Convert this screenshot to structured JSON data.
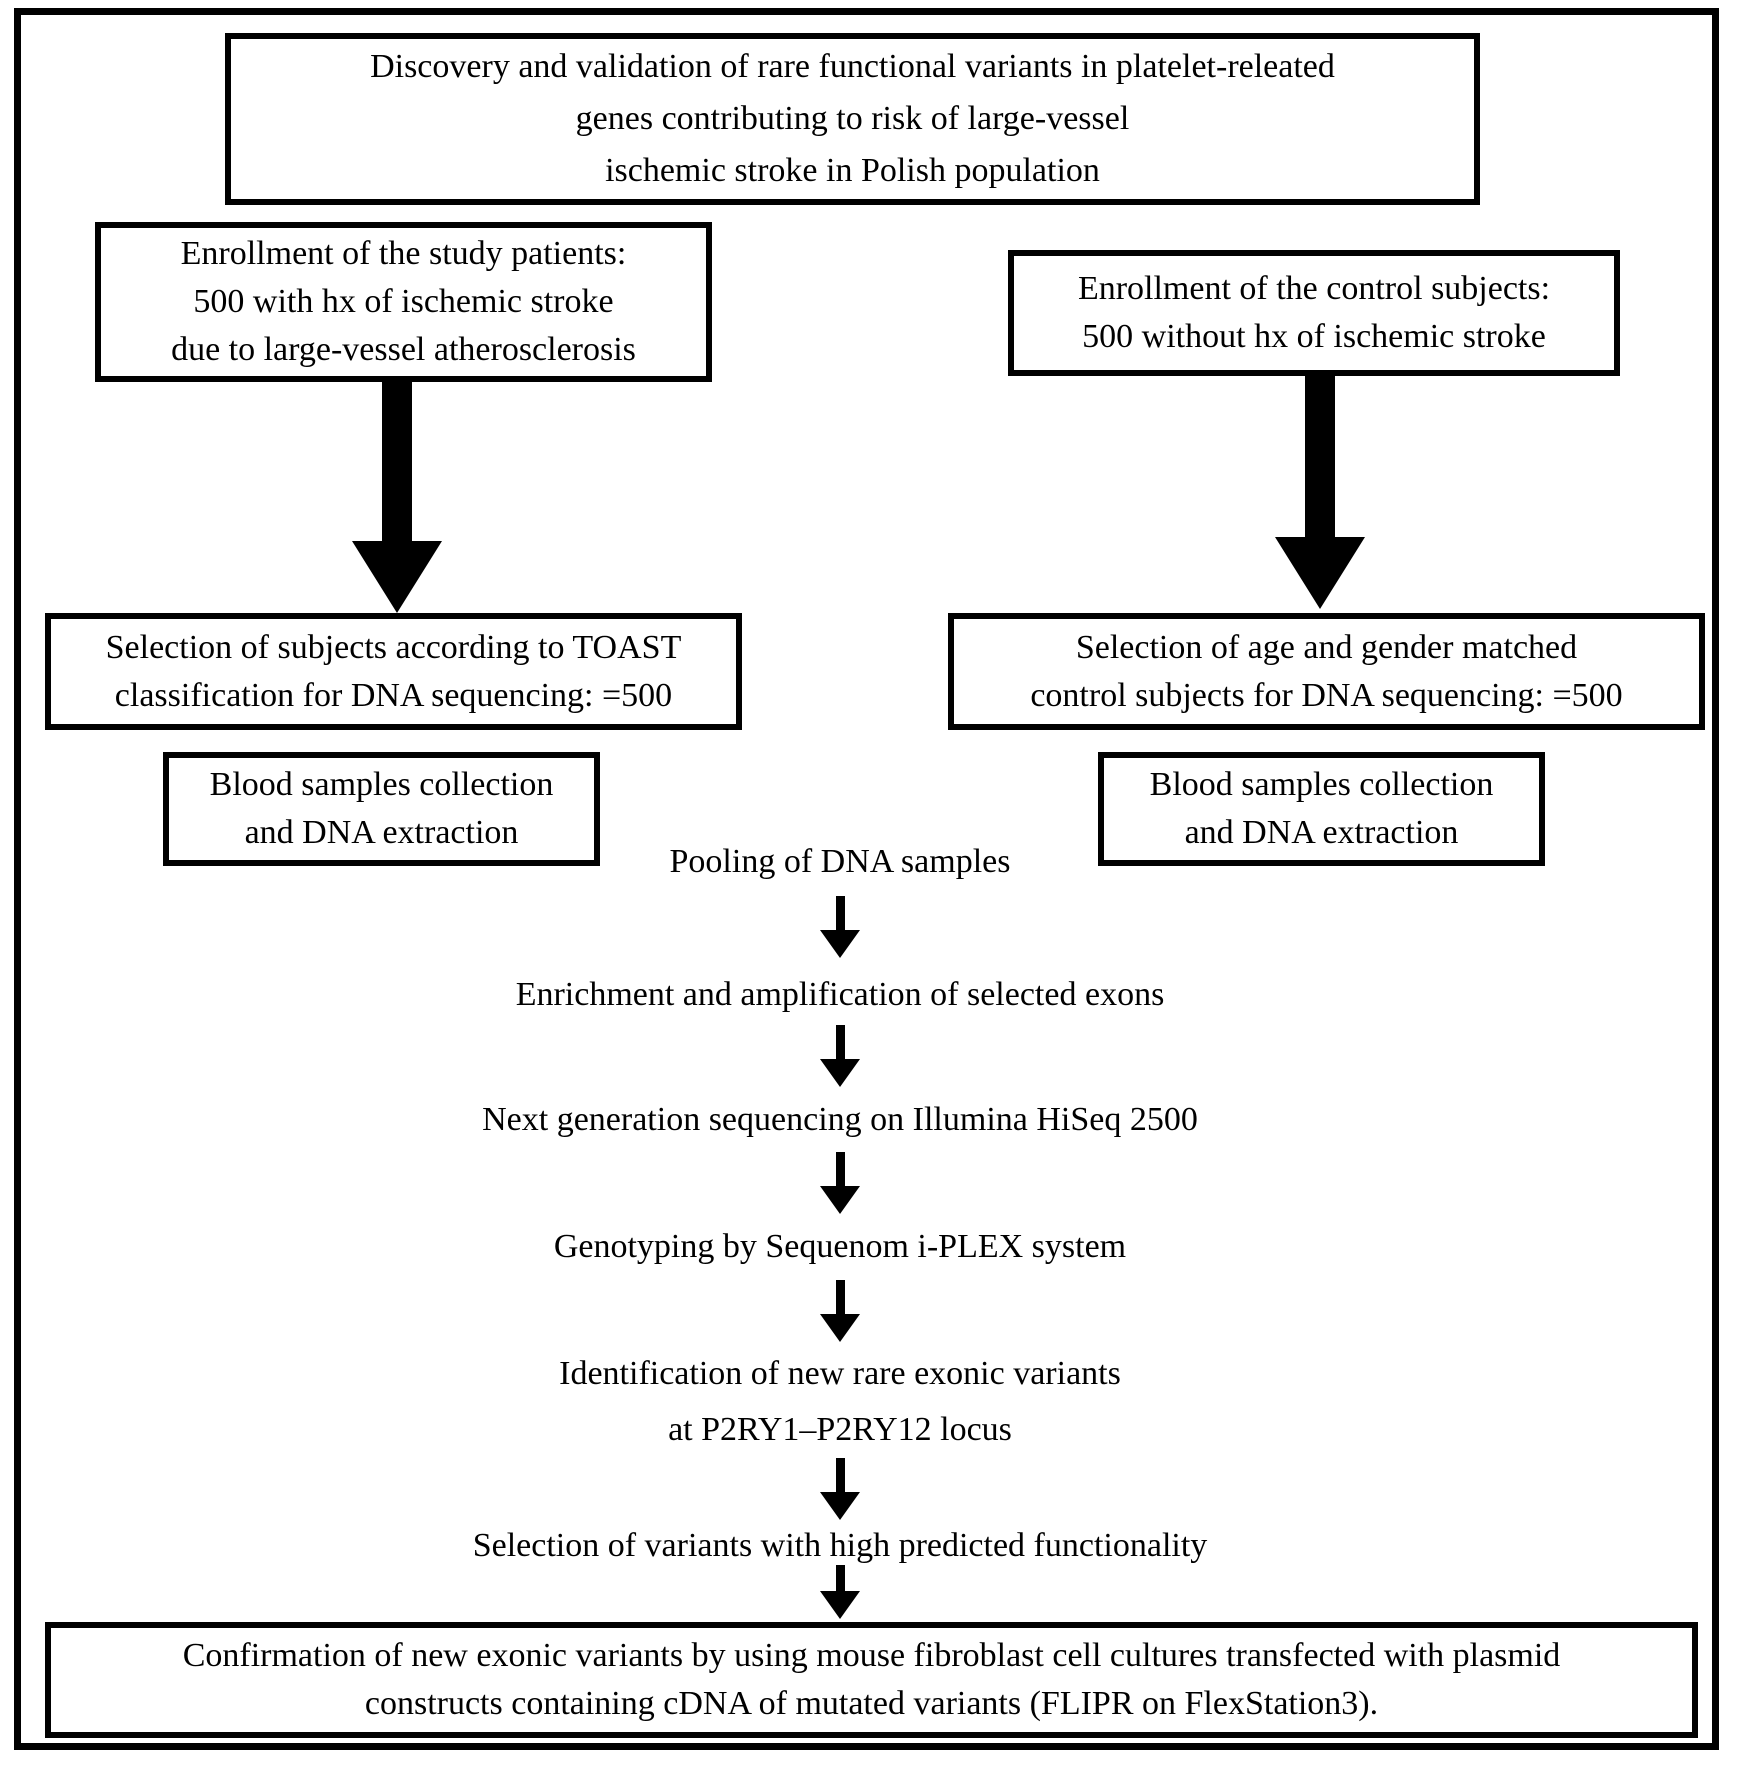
{
  "colors": {
    "ink": "#000000",
    "background": "#ffffff"
  },
  "title_box": {
    "text": "Discovery and validation of rare functional variants in platelet-releated\ngenes contributing to risk of large-vessel\nischemic stroke in Polish population"
  },
  "patients_column": {
    "enrollment_box": {
      "text": "Enrollment of the study patients:\n500 with hx of ischemic stroke\ndue to large-vessel atherosclerosis"
    },
    "selection_box": {
      "text": "Selection of subjects according to TOAST\nclassification for DNA sequencing: =500"
    },
    "blood_box": {
      "text": "Blood samples collection\nand DNA extraction"
    }
  },
  "controls_column": {
    "enrollment_box": {
      "text": "Enrollment of the control subjects:\n500 without hx of ischemic stroke"
    },
    "selection_box": {
      "text": "Selection of age and gender matched\ncontrol subjects for DNA sequencing: =500"
    },
    "blood_box": {
      "text": "Blood samples collection\nand DNA extraction"
    }
  },
  "pipeline": {
    "steps": [
      {
        "label": "Pooling of DNA samples"
      },
      {
        "label": "Enrichment and amplification of selected exons"
      },
      {
        "label": "Next generation sequencing on Illumina HiSeq 2500"
      },
      {
        "label": "Genotyping by Sequenom i-PLEX system"
      },
      {
        "label": "Identification of new rare exonic variants\nat P2RY1–P2RY12 locus"
      },
      {
        "label": "Selection of variants with high predicted functionality"
      }
    ]
  },
  "confirmation_box": {
    "text": "Confirmation of new exonic variants by using mouse fibroblast cell cultures transfected with plasmid\nconstructs containing cDNA of mutated variants (FLIPR on FlexStation3)."
  }
}
